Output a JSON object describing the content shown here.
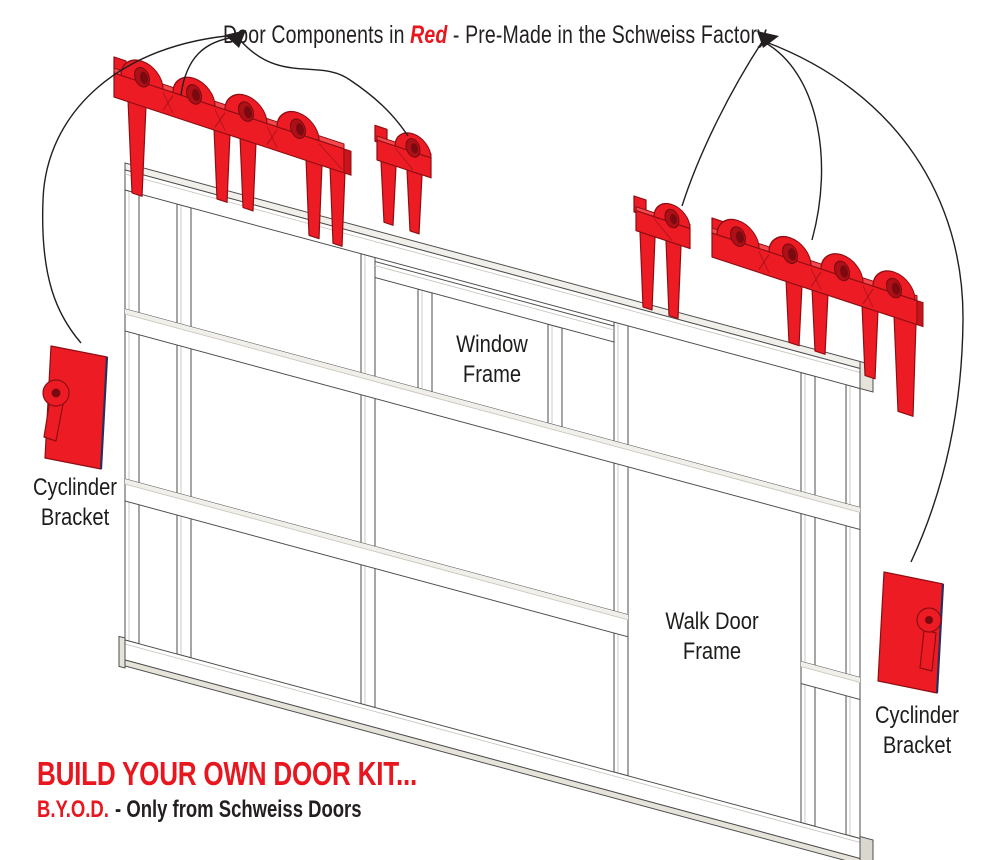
{
  "header": {
    "text_before": "Door Components in",
    "highlight": "Red",
    "text_after": "- Pre-Made in the Schweiss Factory"
  },
  "diagram": {
    "window_label_line1": "Window",
    "window_label_line2": "Frame",
    "walk_door_label_line1": "Walk Door",
    "walk_door_label_line2": "Frame",
    "cylinder_bracket_left_line1": "Cyclinder",
    "cylinder_bracket_left_line2": "Bracket",
    "cylinder_bracket_right_line1": "Cyclinder",
    "cylinder_bracket_right_line2": "Bracket"
  },
  "footer": {
    "headline": "BUILD YOUR OWN DOOR KIT...",
    "brand_abbr": "B.Y.O.D.",
    "brand_rest": "- Only from Schweiss Doors"
  },
  "colors": {
    "component_red": "#ED1C24",
    "component_red_dark": "#8F0D12",
    "headline_red": "#E8171F",
    "steel_outline": "#4D4D4D",
    "text_black": "#231F20",
    "bracket_edge_navy": "#25305C"
  }
}
